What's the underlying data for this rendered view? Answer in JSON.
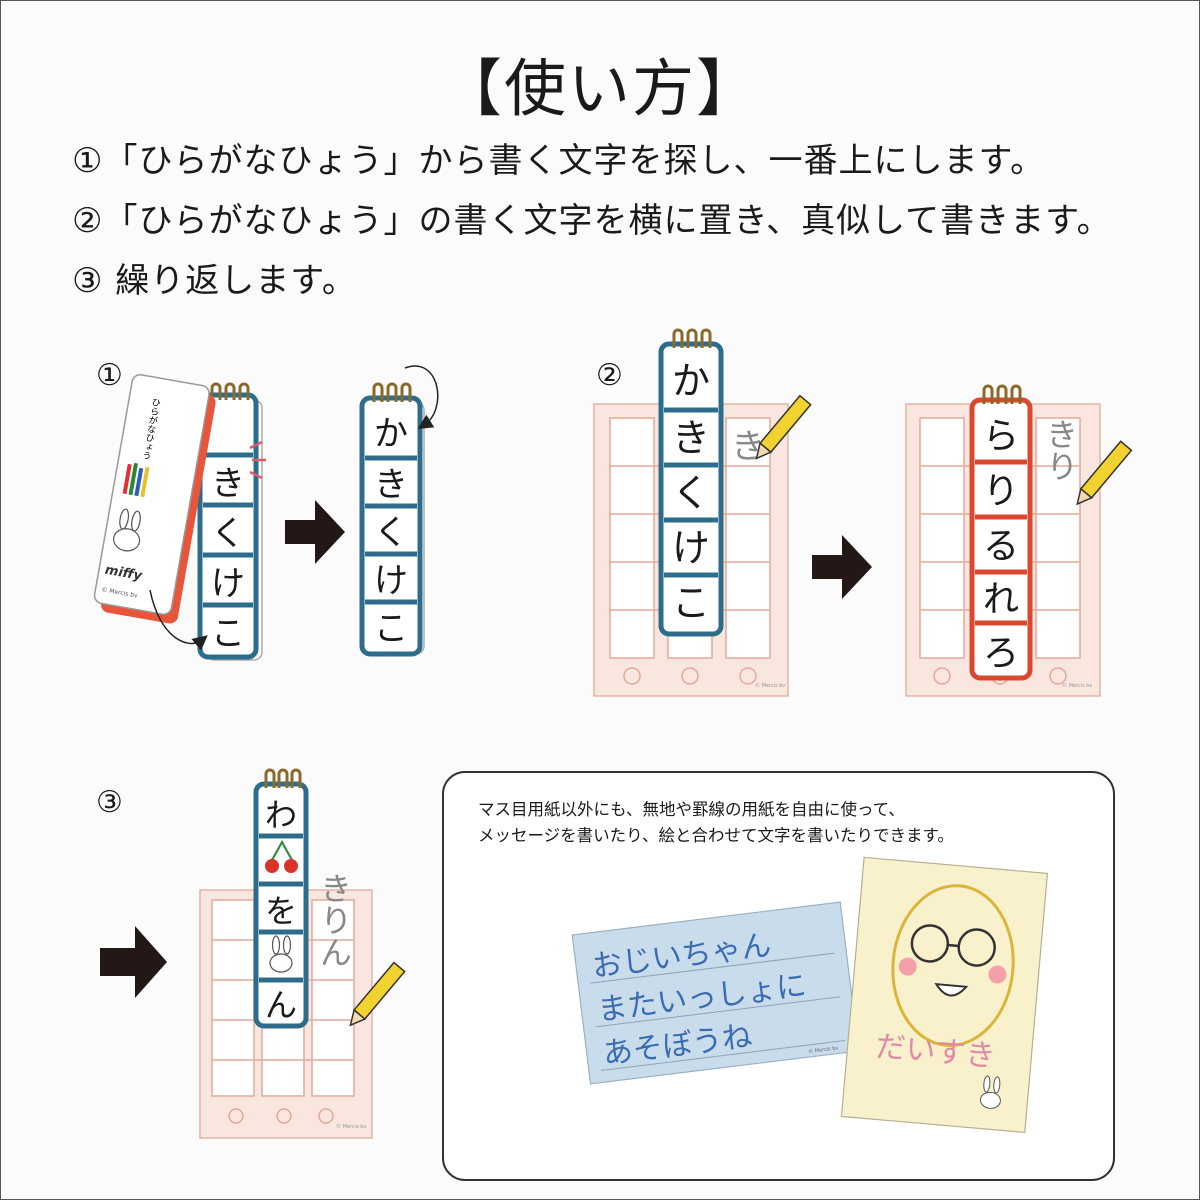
{
  "title": "【使い方】",
  "steps": [
    "①「ひらがなひょう」から書く文字を探し、一番上にします。",
    "②「ひらがなひょう」の書く文字を横に置き、真似して書きます。",
    "③ 繰り返します。"
  ],
  "markers": {
    "one": "①",
    "two": "②",
    "three": "③"
  },
  "panel1": {
    "cover_title": "ひらがなひょう",
    "cover_brand": "miffy",
    "cover_copyright": "© Mercis bv",
    "flip_chars": [
      "き",
      "く",
      "け",
      "こ"
    ],
    "result_chars": [
      "か",
      "き",
      "く",
      "け",
      "こ"
    ]
  },
  "panel2": {
    "strip_left": [
      "か",
      "き",
      "く",
      "け",
      "こ"
    ],
    "written_left": "き",
    "strip_right": [
      "ら",
      "り",
      "る",
      "れ",
      "ろ"
    ],
    "written_right": "きり",
    "copyright": "© Mercis bv"
  },
  "panel3": {
    "strip": [
      "わ",
      "",
      "を",
      "",
      "ん"
    ],
    "strip_icons": [
      "",
      "cherries-icon",
      "",
      "bunny-icon",
      ""
    ],
    "written": "きりん",
    "copyright": "© Mercis bv"
  },
  "note": {
    "line1": "マス目用紙以外にも、無地や罫線の用紙を自由に使って、",
    "line2": "メッセージを書いたり、絵と合わせて文字を書いたりできます。",
    "card_lines": [
      "おじいちゃん",
      "またいっしょに",
      "あそぼうね"
    ],
    "card_copyright": "© Mercis bv",
    "drawing_caption": "だいすき"
  },
  "colors": {
    "blue": "#2d6d8c",
    "red": "#d9482f",
    "pink_sheet": "#f9e6df",
    "pink_border": "#e6b3a6",
    "pencil": "#f2d22e"
  }
}
